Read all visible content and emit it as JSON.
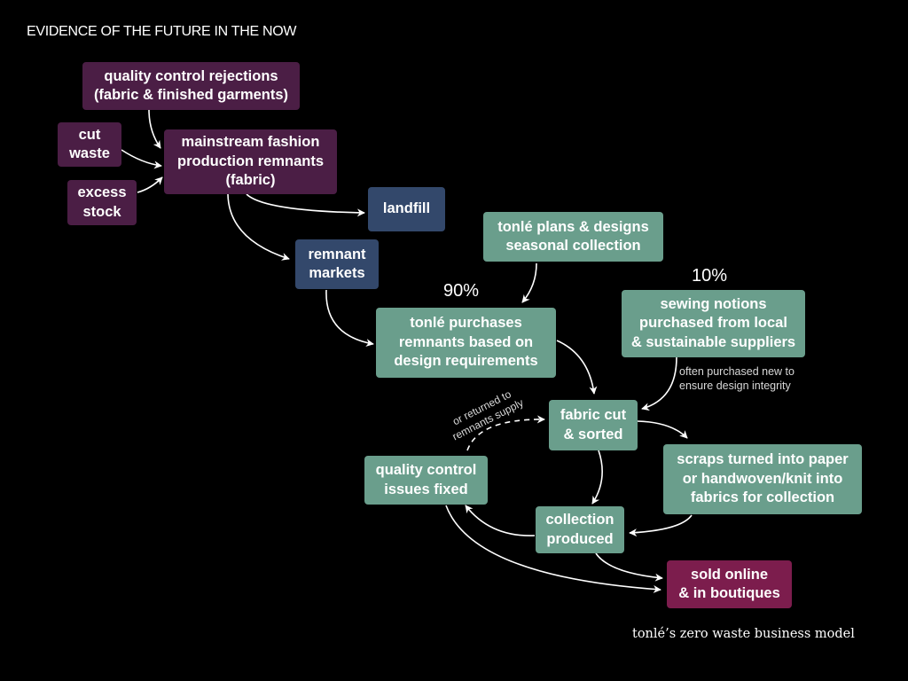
{
  "title": "EVIDENCE OF THE FUTURE IN THE NOW",
  "caption": "tonlé’s zero waste business model",
  "nodes": {
    "qc_rejections": "quality control rejections\n(fabric & finished garments)",
    "cut_waste": "cut\nwaste",
    "excess_stock": "excess\nstock",
    "mainstream": "mainstream fashion\nproduction remnants\n(fabric)",
    "landfill": "landfill",
    "remnant_markets": "remnant\nmarkets",
    "plans": "tonlé plans & designs\nseasonal collection",
    "purchases": "tonlé purchases\nremnants based on\ndesign requirements",
    "notions": "sewing notions\npurchased from local\n& sustainable suppliers",
    "fabric_cut": "fabric cut\n& sorted",
    "qc_fixed": "quality control\nissues fixed",
    "scraps": "scraps turned into paper\nor handwoven/knit into\nfabrics for collection",
    "collection": "collection\nproduced",
    "sold": "sold online\n& in boutiques"
  },
  "labels": {
    "pct_remnants": "90%",
    "pct_notions": "10%",
    "notions_note": "often purchased new to\nensure design integrity",
    "returned_note": "or returned to\nremnants supply"
  },
  "colors": {
    "background": "#000000",
    "purple": "#4b1e45",
    "navy": "#33486b",
    "teal": "#6a9e8c",
    "magenta": "#7c1d4d",
    "arrow": "#ffffff"
  }
}
